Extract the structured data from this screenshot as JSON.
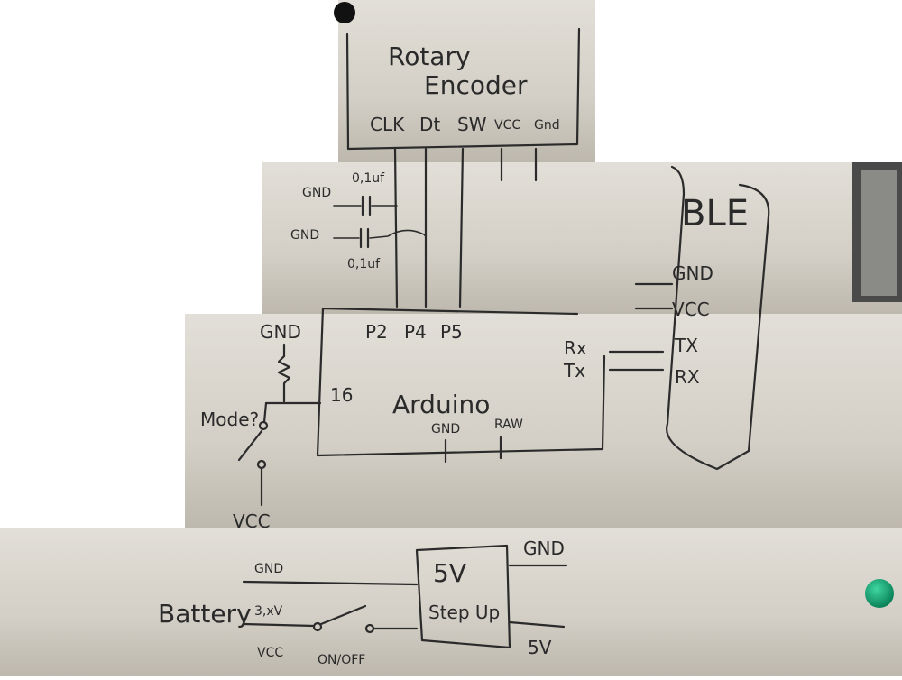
{
  "encoder": {
    "title_line1": "Rotary",
    "title_line2": "Encoder",
    "pins": [
      "CLK",
      "Dt",
      "SW",
      "VCC",
      "Gnd"
    ]
  },
  "caps": {
    "top_gnd": "GND",
    "top_value": "0,1uf",
    "bottom_gnd": "GND",
    "bottom_value": "0,1uf"
  },
  "arduino": {
    "title": "Arduino",
    "pins_top": [
      "P2",
      "P4",
      "P5"
    ],
    "pin_16": "16",
    "rx": "Rx",
    "tx": "Tx",
    "gnd": "GND",
    "raw": "RAW"
  },
  "ble": {
    "title": "BLE",
    "pins": [
      "GND",
      "VCC",
      "TX",
      "RX"
    ]
  },
  "mode": {
    "gnd": "GND",
    "label": "Mode?",
    "vcc": "VCC"
  },
  "power": {
    "battery": "Battery",
    "gnd": "GND",
    "volt": "3,xV",
    "vcc": "VCC",
    "switch": "ON/OFF",
    "stepup_line1": "5V",
    "stepup_line2": "Step Up",
    "out_gnd": "GND",
    "out_5v": "5V"
  },
  "colors": {
    "board": "#d9d6cf",
    "board_dark": "#bcb8ae",
    "ink": "#2b2b2b",
    "magnet": "#0c9c6c"
  }
}
